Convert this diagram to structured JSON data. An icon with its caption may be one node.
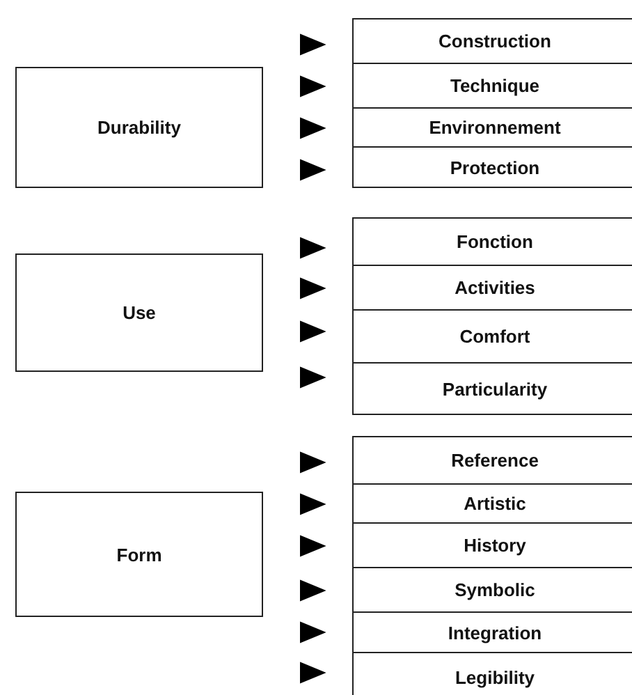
{
  "diagram": {
    "nodes": [
      {
        "text": [
          "Durability"
        ]
      },
      {
        "text": [
          "Construction"
        ]
      },
      {
        "text": [
          "Technique"
        ]
      },
      {
        "text": [
          "Environnement"
        ]
      },
      {
        "text": [
          "Protection"
        ]
      },
      {
        "text": [
          "Use"
        ]
      },
      {
        "text": [
          "Fonction"
        ]
      },
      {
        "text": [
          "Activities"
        ]
      },
      {
        "text": [
          "Comfort"
        ]
      },
      {
        "text": [
          "Particularity"
        ]
      },
      {
        "text": [
          "Form"
        ]
      },
      {
        "text": [
          "Reference"
        ]
      },
      {
        "text": [
          "Artistic"
        ]
      },
      {
        "text": [
          "History"
        ]
      },
      {
        "text": [
          "Symbolic"
        ]
      },
      {
        "text": [
          "Integration"
        ]
      },
      {
        "text": [
          "Legibility"
        ]
      }
    ],
    "edges": [
      {
        "from": null,
        "to": 1,
        "arrow": "to"
      },
      {
        "from": null,
        "to": 2,
        "arrow": "to"
      },
      {
        "from": null,
        "to": 3,
        "arrow": "to"
      },
      {
        "from": null,
        "to": 4,
        "arrow": "to"
      },
      {
        "from": null,
        "to": 6,
        "arrow": "to"
      },
      {
        "from": null,
        "to": 7,
        "arrow": "to"
      },
      {
        "from": null,
        "to": 8,
        "arrow": "to"
      },
      {
        "from": null,
        "to": 9,
        "arrow": "to"
      },
      {
        "from": null,
        "to": 11,
        "arrow": "to"
      },
      {
        "from": null,
        "to": 12,
        "arrow": "to"
      },
      {
        "from": null,
        "to": 13,
        "arrow": "to"
      },
      {
        "from": null,
        "to": 14,
        "arrow": "to"
      },
      {
        "from": null,
        "to": 15,
        "arrow": "to"
      },
      {
        "from": null,
        "to": 16,
        "arrow": "to"
      }
    ]
  }
}
